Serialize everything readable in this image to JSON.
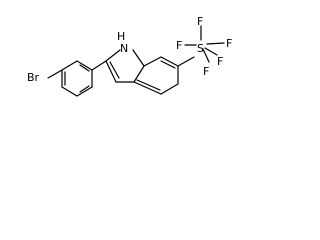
{
  "molecule": {
    "atoms": {
      "bromine": "Br",
      "indole_nh": "H",
      "indole_n": "N",
      "sulfur": "S",
      "fluorine_1": "F",
      "fluorine_2": "F",
      "fluorine_3": "F",
      "fluorine_4": "F",
      "fluorine_5": "F"
    },
    "colors": {
      "bond": "#000000",
      "label": "#000000",
      "background": "#ffffff"
    }
  }
}
